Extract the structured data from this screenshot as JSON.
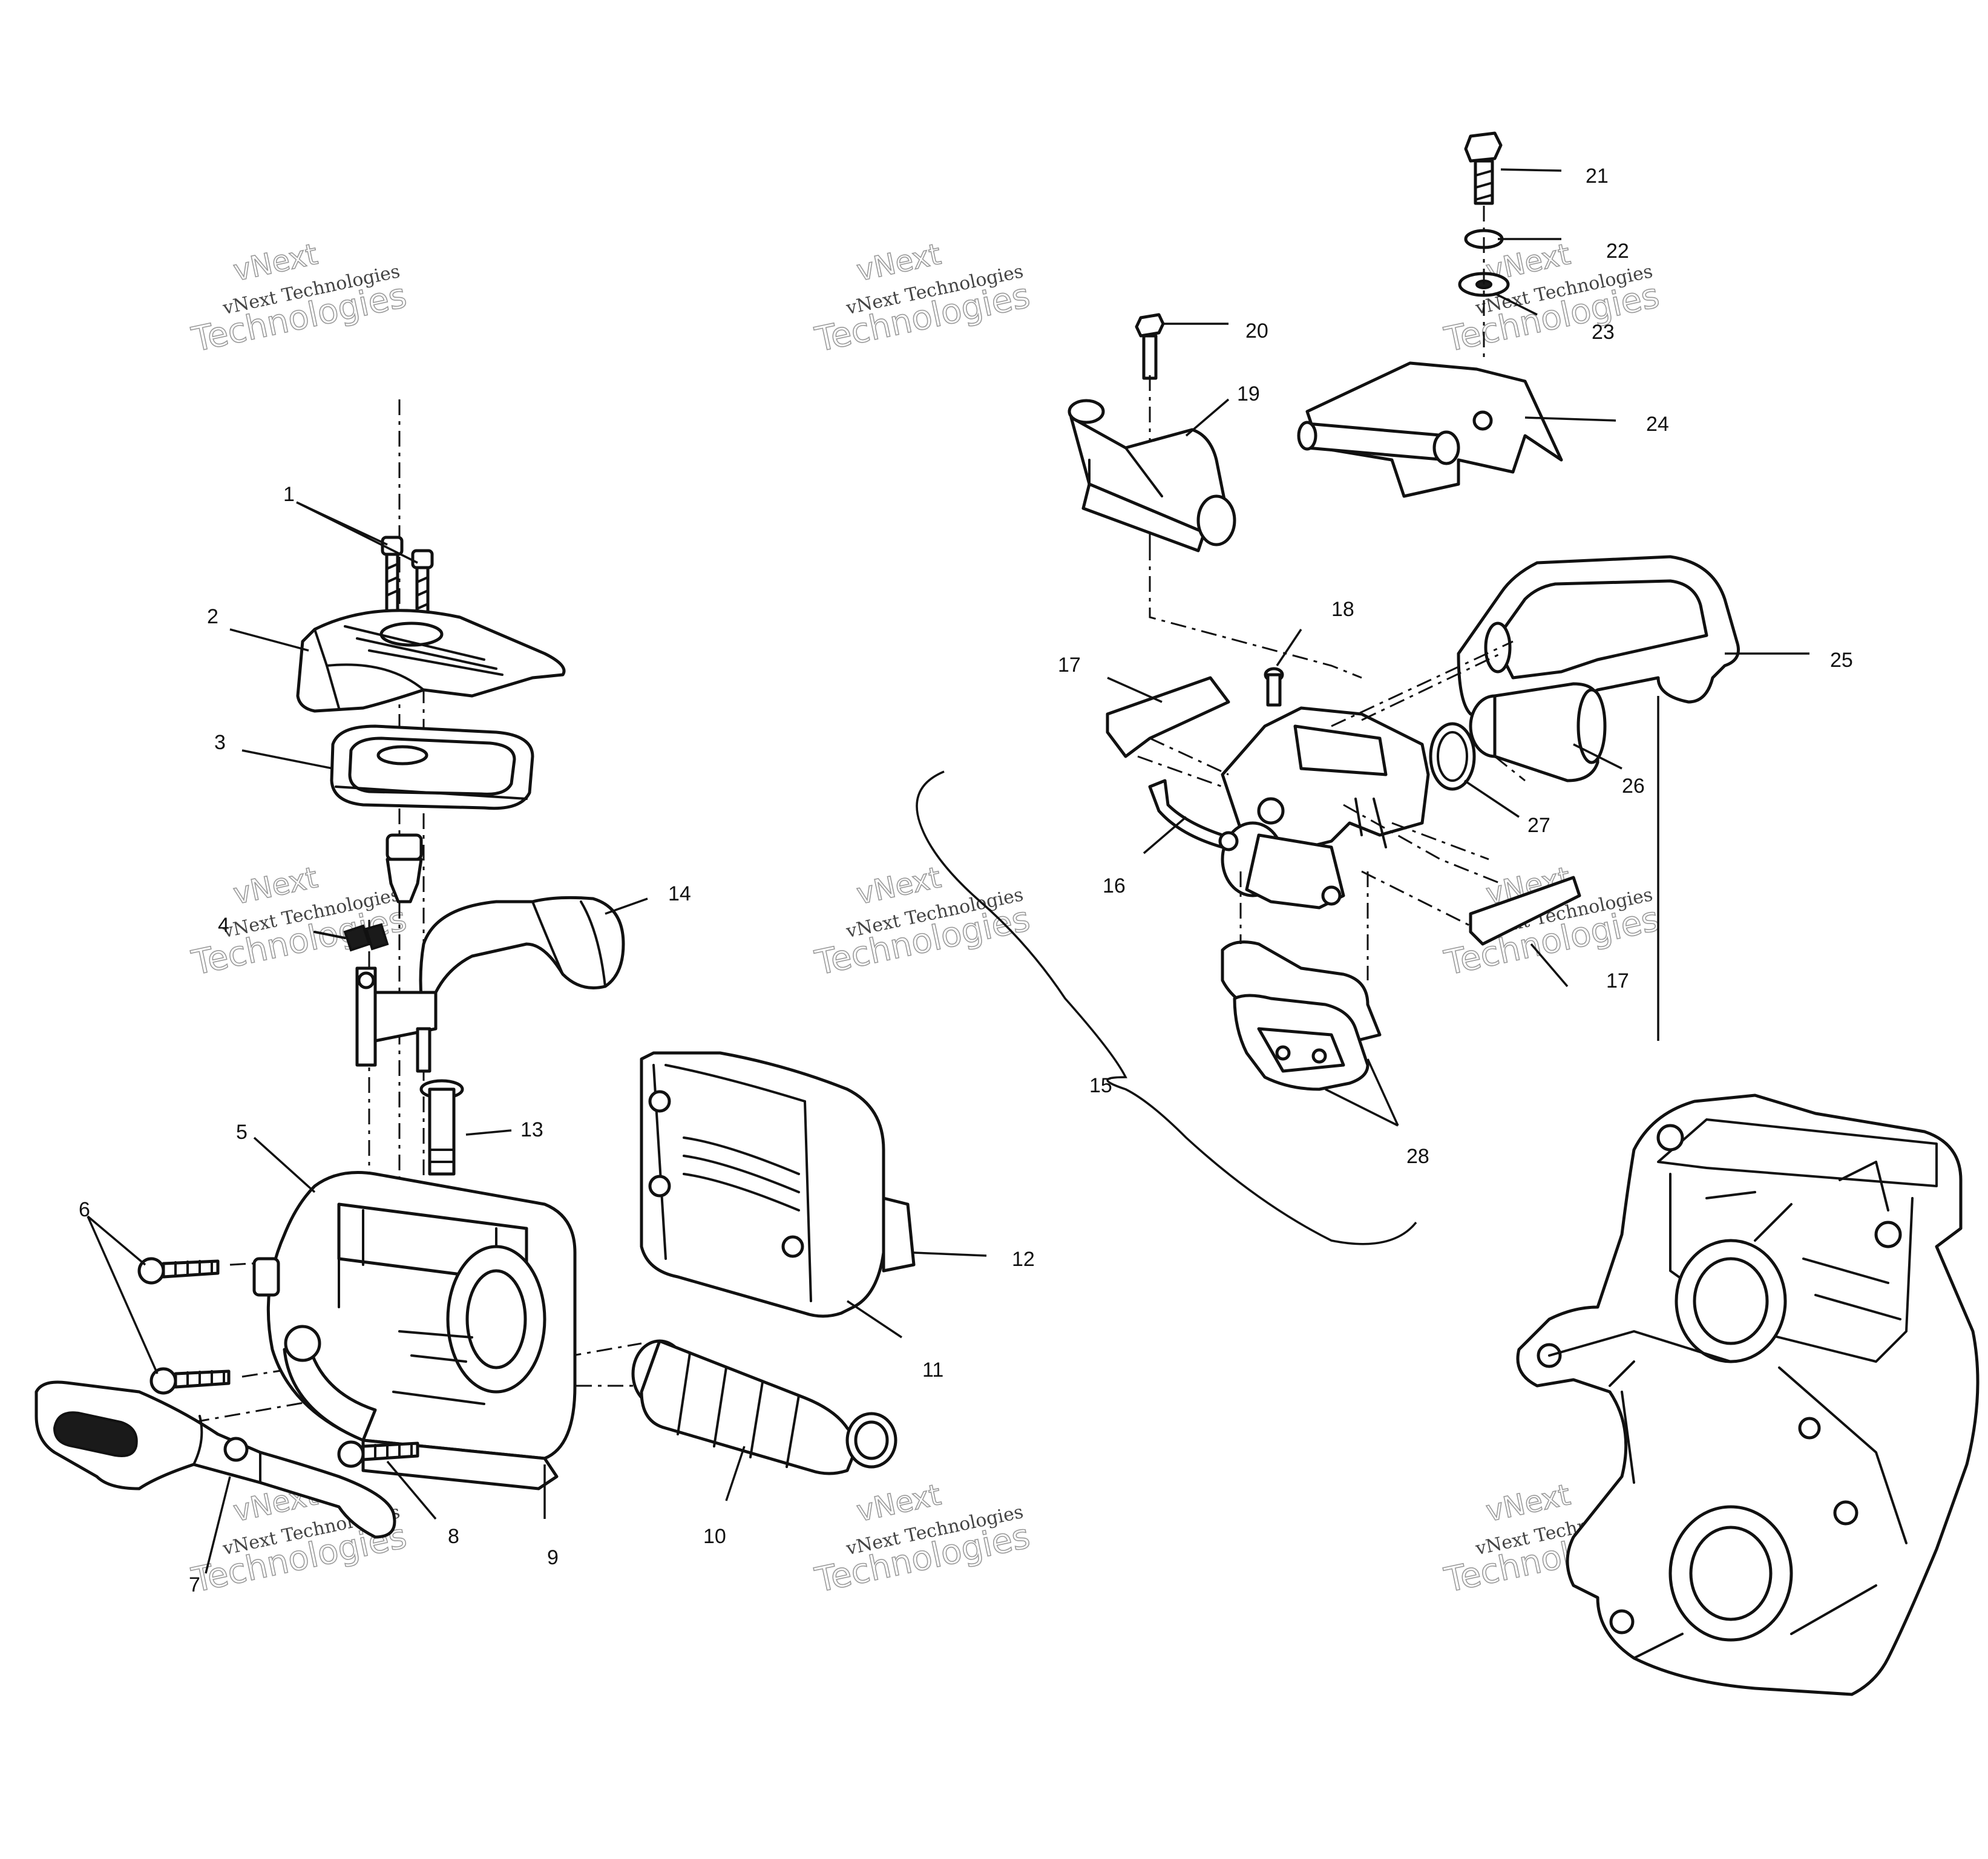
{
  "watermark": {
    "line1": "vNext",
    "line2": "vNext Technologies",
    "line3": "Technologies"
  },
  "callouts": [
    "1",
    "2",
    "3",
    "4",
    "5",
    "6",
    "7",
    "8",
    "9",
    "10",
    "11",
    "12",
    "13",
    "14",
    "15",
    "16",
    "17",
    "17",
    "18",
    "19",
    "20",
    "21",
    "22",
    "23",
    "24",
    "25",
    "26",
    "27",
    "28"
  ]
}
